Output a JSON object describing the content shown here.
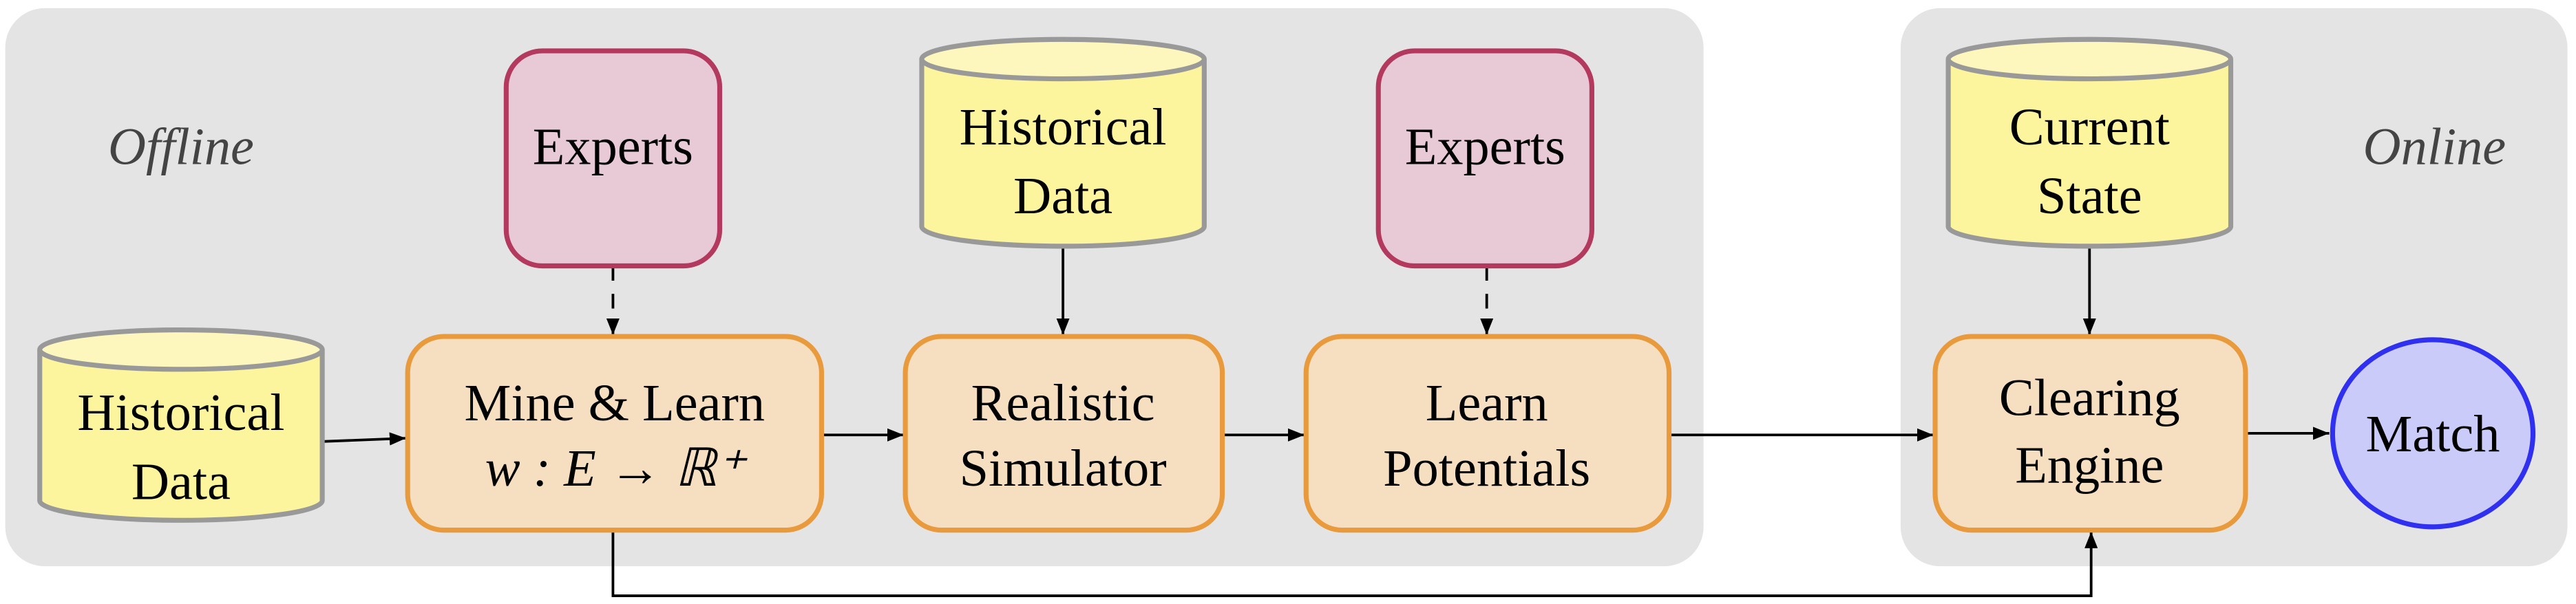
{
  "panels": {
    "offline": "Offline",
    "online": "Online"
  },
  "nodes": {
    "experts_1": "Experts",
    "historical_top": [
      "Historical",
      "Data"
    ],
    "experts_2": "Experts",
    "historical_left": [
      "Historical",
      "Data"
    ],
    "mine_learn": [
      "Mine & Learn",
      "w : E → ℝ⁺"
    ],
    "simulator": [
      "Realistic",
      "Simulator"
    ],
    "potentials": [
      "Learn",
      "Potentials"
    ],
    "current_state": [
      "Current",
      "State"
    ],
    "clearing": [
      "Clearing",
      "Engine"
    ],
    "match": "Match"
  },
  "colors": {
    "panel": "#e4e4e4",
    "expert": "#e8c9d6",
    "process": "#f6dec0",
    "database": "#fdf49e",
    "match": "#cbcbfa"
  }
}
